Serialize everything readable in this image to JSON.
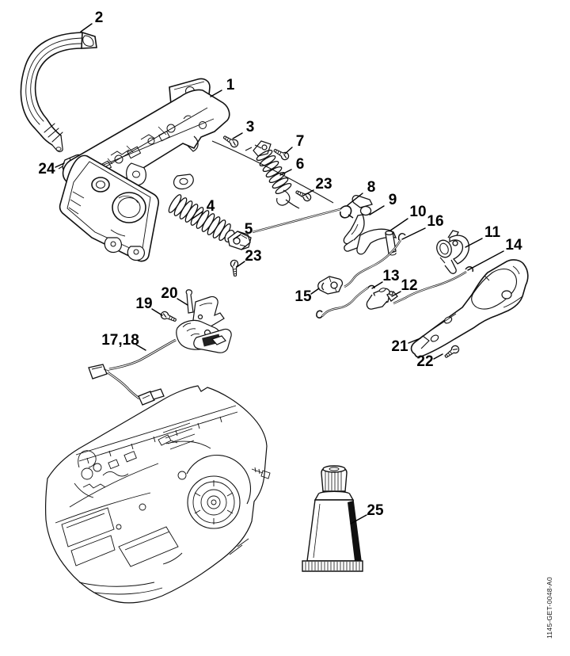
{
  "figure": {
    "background": "#ffffff",
    "line_color": "#111111",
    "label_color": "#000000",
    "description_tag": "exploded-parts-diagram"
  },
  "drawing_number": "1145-GET-0048-A0",
  "callouts": [
    {
      "label": "2"
    },
    {
      "label": "1"
    },
    {
      "label": "3"
    },
    {
      "label": "7"
    },
    {
      "label": "6"
    },
    {
      "label": "23"
    },
    {
      "label": "8"
    },
    {
      "label": "9"
    },
    {
      "label": "10"
    },
    {
      "label": "16"
    },
    {
      "label": "11"
    },
    {
      "label": "14"
    },
    {
      "label": "4"
    },
    {
      "label": "5"
    },
    {
      "label": "23"
    },
    {
      "label": "15"
    },
    {
      "label": "13"
    },
    {
      "label": "12"
    },
    {
      "label": "20"
    },
    {
      "label": "19"
    },
    {
      "label": "17,18"
    },
    {
      "label": "21"
    },
    {
      "label": "22"
    },
    {
      "label": "25"
    },
    {
      "label": "24"
    }
  ]
}
